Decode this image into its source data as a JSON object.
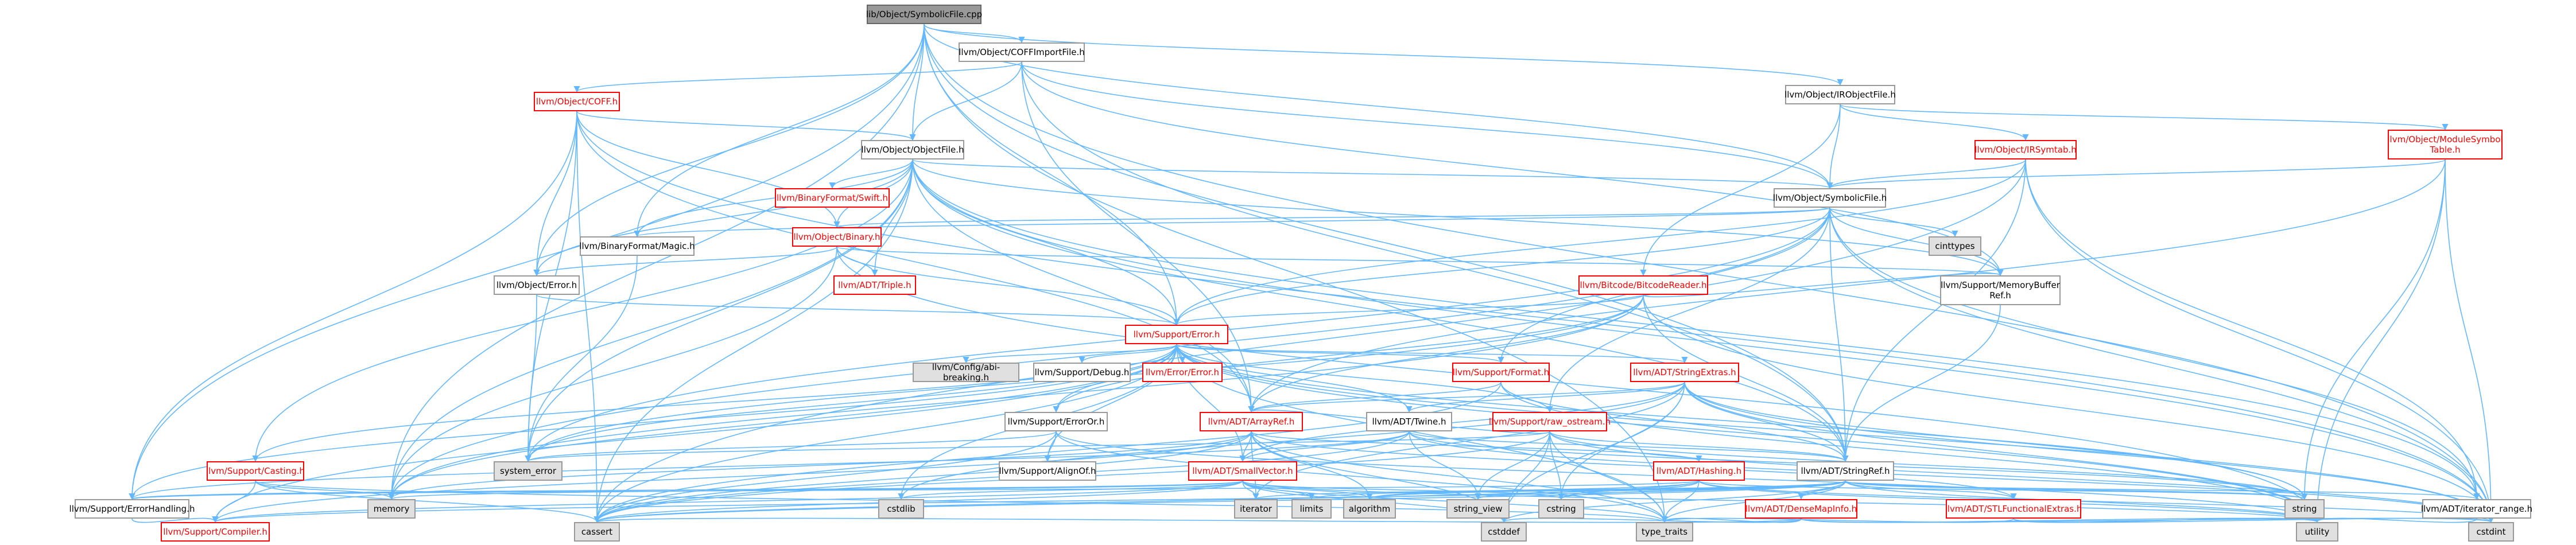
{
  "colors": {
    "edge": "#63b8ff",
    "redNode": "#ff0000",
    "grayFill": "#e0e0e0",
    "rootFill": "#999999"
  },
  "nodes": {
    "root": "lib/Object/SymbolicFile.cpp",
    "coffimport": "llvm/Object/COFFImportFile.h",
    "irobject": "llvm/Object/IRObjectFile.h",
    "coff": "llvm/Object/COFF.h",
    "objectfile": "llvm/Object/ObjectFile.h",
    "irsymtab": "llvm/Object/IRSymtab.h",
    "modsymtab": "llvm/Object/ModuleSymbol\nTable.h",
    "symbolicfile": "llvm/Object/SymbolicFile.h",
    "swift": "llvm/BinaryFormat/Swift.h",
    "binary": "llvm/Object/Binary.h",
    "magic": "llvm/BinaryFormat/Magic.h",
    "objerror": "llvm/Object/Error.h",
    "triple": "llvm/ADT/Triple.h",
    "bitcode": "llvm/Bitcode/BitcodeReader.h",
    "memorybuffer": "llvm/Support/MemoryBuffer\nRef.h",
    "cinttypes": "cinttypes",
    "supporterror": "llvm/Support/Error.h",
    "abibreaking": "llvm/Config/abi-breaking.h",
    "debug": "llvm/Support/Debug.h",
    "errnoerror": "llvm/Error/Error.h",
    "format": "llvm/Support/Format.h",
    "stringextras": "llvm/ADT/StringExtras.h",
    "erroror": "llvm/Support/ErrorOr.h",
    "arrayref": "llvm/ADT/ArrayRef.h",
    "twine": "llvm/ADT/Twine.h",
    "rawostream": "llvm/Support/raw_ostream.h",
    "casting": "llvm/Support/Casting.h",
    "systemerror": "system_error",
    "alignof": "llvm/Support/AlignOf.h",
    "smallvector": "llvm/ADT/SmallVector.h",
    "hashing": "llvm/ADT/Hashing.h",
    "stringref": "llvm/ADT/StringRef.h",
    "errorhandling": "llvm/Support/ErrorHandling.h",
    "memory": "memory",
    "cstdlib": "cstdlib",
    "iterator": "iterator",
    "limits": "limits",
    "algorithm": "algorithm",
    "stringview": "string_view",
    "cstring": "cstring",
    "string": "string",
    "stlfunctional": "llvm/ADT/STLFunctionalExtras.h",
    "iteratorrange": "llvm/ADT/iterator_range.h",
    "densemapinfo": "llvm/ADT/DenseMapInfo.h",
    "compiler": "llvm/Support/Compiler.h",
    "cassert": "cassert",
    "cstddef": "cstddef",
    "typetraits": "type_traits",
    "utility": "utility",
    "cstdint": "cstdint"
  }
}
